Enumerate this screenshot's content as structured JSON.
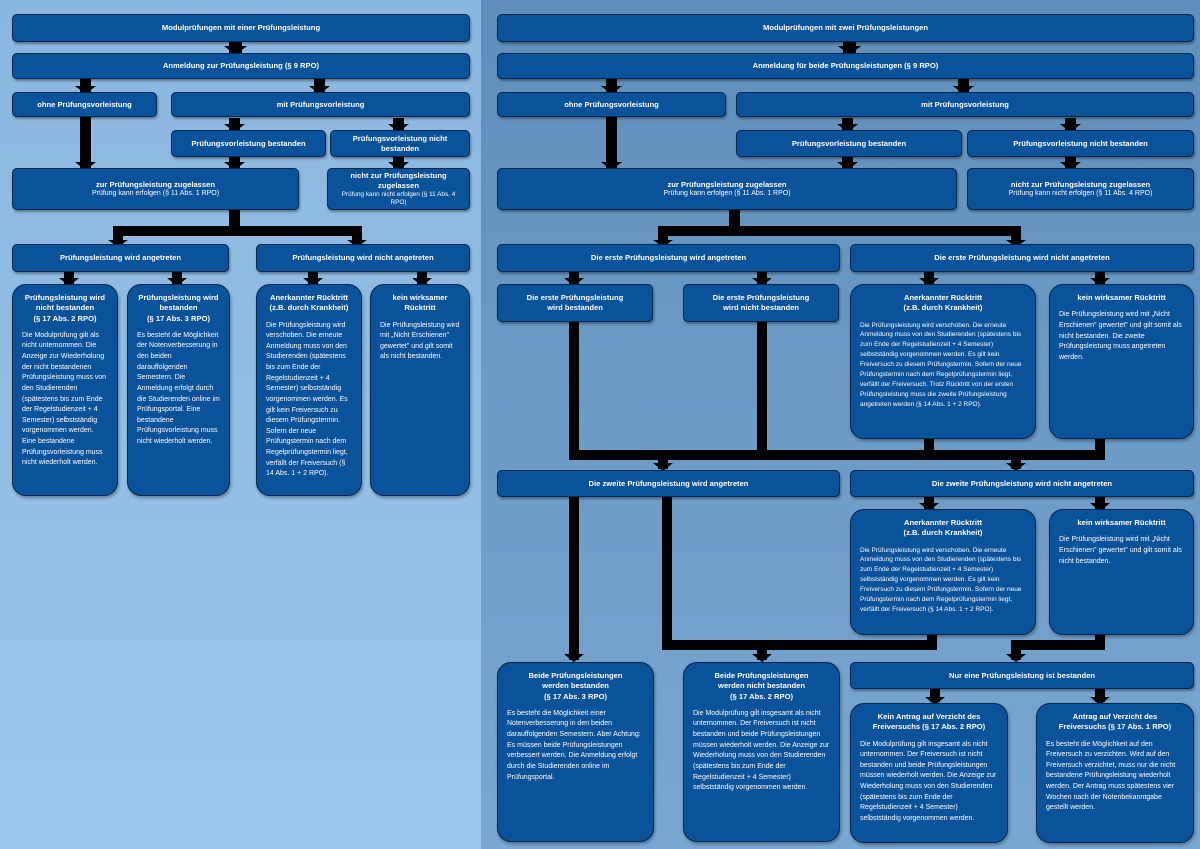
{
  "left": {
    "title": "Modulprüfungen mit einer Prüfungsleistung",
    "anmeldung": "Anmeldung zur Prüfungsleistung (§ 9 RPO)",
    "ohne": "ohne Prüfungsvorleistung",
    "mit": "mit Prüfungsvorleistung",
    "pv_bestanden": "Prüfungsvorleistung bestanden",
    "pv_nicht": "Prüfungsvorleistung nicht bestanden",
    "zugelassen_title": "zur Prüfungsleistung zugelassen",
    "zugelassen_sub": "Prüfung kann erfolgen (§ 11 Abs. 1 RPO)",
    "nicht_zugelassen_title": "nicht zur Prüfungsleistung zugelassen",
    "nicht_zugelassen_sub": "Prüfung kann nicht erfolgen (§ 11 Abs. 4 RPO)",
    "angetreten": "Prüfungsleistung wird angetreten",
    "nicht_angetreten": "Prüfungsleistung wird nicht angetreten",
    "c1_title": "Prüfungsleistung wird\nnicht bestanden\n(§ 17 Abs. 2 RPO)",
    "c1_body": "Die Modulprüfung gilt als nicht unternommen. Die Anzeige zur Wiederholung der nicht bestandenen Prüfungsleistung muss von den Studierenden (spätestens bis zum Ende der Regelstudienzeit + 4 Semester) selbstständig vorgenommen werden. Eine bestandene Prüfungsvorleistung muss nicht wiederholt werden.",
    "c2_title": "Prüfungsleistung wird\nbestanden\n(§ 17 Abs. 3  RPO)",
    "c2_body": "Es besteht die Möglichkeit der Notenverbesserung in den beiden darauffolgenden Semestern. Die Anmeldung erfolgt durch die Studierenden online im Prüfungsportal. Eine bestandene Prüfungsvorleistung muss nicht wiederholt werden.",
    "c3_title": "Anerkannter Rücktritt\n(z.B. durch Krankheit)",
    "c3_body": "Die Prüfungsleistung wird verschoben. Die erneute Anmeldung muss von den Studierenden (spätestens bis zum Ende der Regelstudienzeit + 4 Semester) selbstständig vorgenommen werden. Es gilt kein Freiversuch zu diesem Prüfungstermin. Sofern der neue Prüfungstermin nach dem Regelprüfungstermin liegt, verfällt der Freiversuch (§ 14 Abs. 1 + 2  RPO).",
    "c4_title": "kein wirksamer Rücktritt",
    "c4_body": "Die Prüfungsleistung wird mit „Nicht Erschienen\" gewertet\" und gilt somit als nicht bestanden."
  },
  "right": {
    "title": "Modulprüfungen mit zwei Prüfungsleistungen",
    "anmeldung": "Anmeldung für beide Prüfungsleistungen (§ 9 RPO)",
    "ohne": "ohne Prüfungsvorleistung",
    "mit": "mit Prüfungsvorleistung",
    "pv_bestanden": "Prüfungsvorleistung bestanden",
    "pv_nicht": "Prüfungsvorleistung nicht bestanden",
    "zugelassen_title": "zur Prüfungsleistung zugelassen",
    "zugelassen_sub": "Prüfung kann erfolgen (§ 11 Abs. 1 RPO)",
    "nicht_zugelassen_title": "nicht zur Prüfungsleistung zugelassen",
    "nicht_zugelassen_sub": "Prüfung kann nicht erfolgen (§ 11 Abs. 4 RPO)",
    "erste_angetreten": "Die erste Prüfungsleistung wird angetreten",
    "erste_nicht_angetreten": "Die erste Prüfungsleistung wird nicht angetreten",
    "erste_bestanden": "Die erste Prüfungsleistung\nwird bestanden",
    "erste_nicht_bestanden": "Die erste Prüfungsleistung\nwird nicht bestanden",
    "r1_title": "Anerkannter Rücktritt\n(z.B. durch Krankheit)",
    "r1_body": "Die Prüfungsleistung wird verschoben. Die erneute Anmeldung muss von den Studierenden (spätestens bis zum Ende der Regelstudienzeit + 4 Semester) selbstständig vorgenommen werden. Es gilt kein Freiversuch zu diesem Prüfungstermin. Sofern der neue Prüfungstermin nach dem Regelprüfungstermin liegt, verfällt der Freiversuch. Trotz Rücktritt von der ersten Prüfungsleistung muss die zweite Prüfungsleistung angetreten werden (§ 14 Abs. 1 + 2  RPO).",
    "r2_title": "kein wirksamer Rücktritt",
    "r2_body": "Die Prüfungsleistung wird mit „Nicht Erschienen\" gewertet\" und gilt somit als nicht bestanden. Die zweite Prüfungsleistung muss angetreten werden.",
    "zweite_angetreten": "Die zweite Prüfungsleistung wird angetreten",
    "zweite_nicht_angetreten": "Die zweite Prüfungsleistung wird nicht angetreten",
    "r3_title": "Anerkannter Rücktritt\n(z.B. durch Krankheit)",
    "r3_body": "Die Prüfungsleistung wird verschoben. Die erneute Anmeldung muss von den Studierenden (spätestens bis zum Ende der Regelstudienzeit + 4 Semester) selbstständig vorgenommen werden. Es gilt kein Freiversuch zu diesem Prüfungstermin. Sofern der neue Prüfungstermin nach dem Regelprüfungstermin liegt, verfällt der Freiversuch (§ 14 Abs. 1 + 2  RPO).",
    "r4_title": "kein wirksamer Rücktritt",
    "r4_body": "Die Prüfungsleistung wird mit „Nicht Erschienen\" gewertet\" und gilt somit als nicht bestanden.",
    "beide_bestanden_title": "Beide Prüfungsleistungen\nwerden bestanden\n(§ 17 Abs. 3  RPO)",
    "beide_bestanden_body": "Es besteht die Möglichkeit einer Notenverbesserung in den beiden darauffolgenden Semestern. Aber Achtung: Es müssen beide Prüfungsleistungen verbessert werden. Die Anmeldung erfolgt durch die Studierenden online im Prüfungsportal.",
    "beide_nicht_title": "Beide Prüfungsleistungen\nwerden nicht bestanden\n(§ 17 Abs. 2  RPO)",
    "beide_nicht_body": "Die Modulprüfung gilt insgesamt als nicht unternommen. Der Freiversuch ist nicht bestanden und beide Prüfungsleistungen müssen wiederholt werden. Die Anzeige zur Wiederholung muss von den Studierenden (spätestens bis zum Ende der Regelstudienzeit + 4 Semester) selbstständig vorgenommen werden.",
    "nur_eine": "Nur eine Prüfungsleistung ist  bestanden",
    "kein_antrag_title": "Kein Antrag auf Verzicht des\nFreiversuchs (§ 17 Abs. 2 RPO)",
    "kein_antrag_body": "Die Modulprüfung gilt insgesamt als nicht unternommen. Der Freiversuch ist nicht bestanden und beide Prüfungsleistungen müssen wiederholt werden. Die Anzeige zur Wiederholung muss von den Studierenden (spätestens bis zum Ende der Regelstudienzeit + 4 Semester) selbstständig vorgenommen werden.",
    "antrag_title": "Antrag auf Verzicht des\nFreiversuchs (§ 17 Abs. 1  RPO)",
    "antrag_body": "Es besteht die Möglichkeit auf den Freiversuch zu verzichten. Wird auf den Freiversuch verzichtet, muss nur die nicht bestandene Prüfungsleistung wiederholt werden. Der Antrag muss spätestens vier Wochen nach der Notenbekanntgabe gestellt werden."
  },
  "colors": {
    "box": "#0a5299",
    "wire": "#000000",
    "left_bg": "#9cc5ea",
    "right_bg": "#6e9ac5"
  }
}
